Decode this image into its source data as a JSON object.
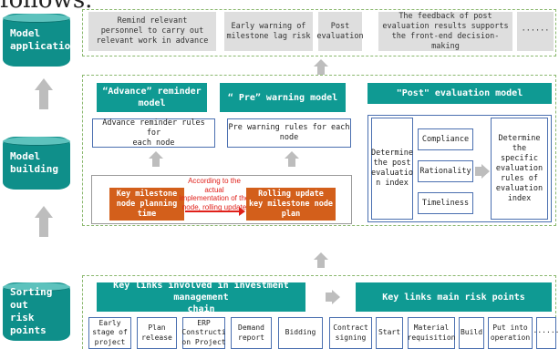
{
  "top_partial_text": "follows.",
  "layers": {
    "application": "Model\napplication",
    "building": "Model\nbuilding",
    "sorting": "Sorting out\nrisk points"
  },
  "application_boxes": [
    "Remind relevant\npersonnel to carry out\nrelevant work in advance",
    "Early warning of\nmilestone lag risk",
    "Post\nevaluation",
    "The feedback of post\nevaluation results supports\nthe front-end decision-making",
    "······"
  ],
  "models": {
    "advance_title": "“Advance” reminder\nmodel",
    "pre_title": "“ Pre” warning model",
    "post_title": "\"Post\" evaluation model",
    "advance_rules": "Advance reminder rules for\neach node",
    "pre_rules": "Pre warning rules for each\nnode",
    "key_milestone": "Key milestone\nnode planning\ntime",
    "rolling_update": "Rolling update\nkey milestone node\nplan",
    "rolling_note": "According to the actual\nimplementation of the\nnode, rolling update",
    "post_index": "Determine\nthe post\nevaluatio\nn index",
    "criteria": [
      "Compliance",
      "Rationality",
      "Timeliness"
    ],
    "post_rules": "Determine\nthe specific\nevaluation\nrules of\nevaluation\nindex"
  },
  "sorting": {
    "key_links_title": "Key links involved in investment management\nchain",
    "risk_points_title": "Key links main risk points",
    "stages": [
      "Early\nstage of\nproject",
      "Plan\nrelease",
      "ERP\nConstructi\non Project",
      "Demand\nreport",
      "Bidding",
      "Contract\nsigning",
      "Start",
      "Material\nrequisition",
      "Build",
      "Put into\noperation",
      "······"
    ]
  },
  "colors": {
    "teal": "#0f9a93",
    "orange": "#d35f1b",
    "gray_arrow": "#bdbdbd",
    "dashed_border": "#8ab86e"
  }
}
